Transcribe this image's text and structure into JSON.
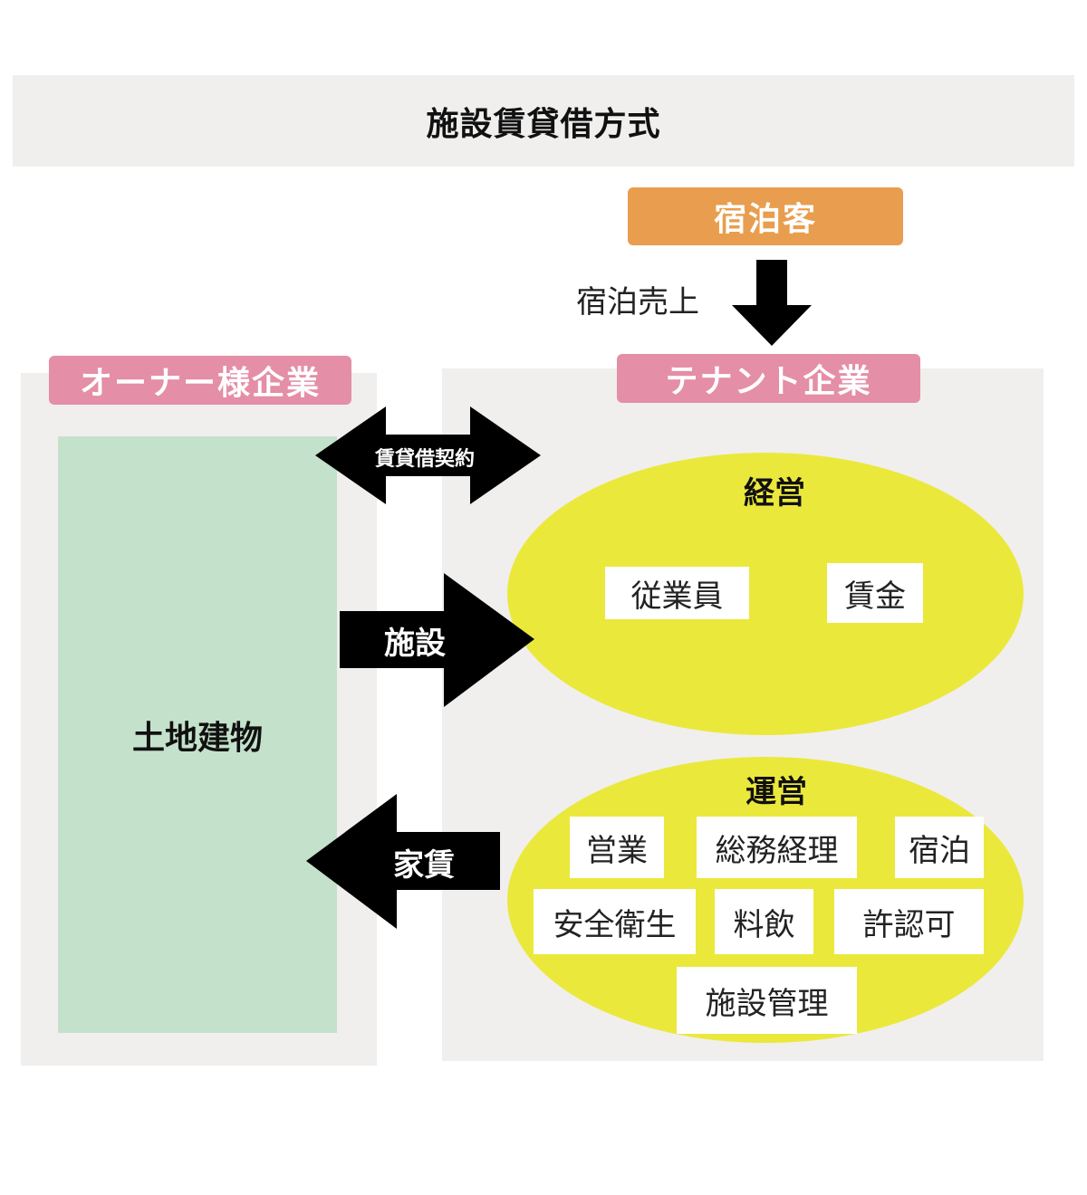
{
  "title": "施設賃貸借方式",
  "guest": "宿泊客",
  "sales": "宿泊売上",
  "owner": {
    "label": "オーナー様企業",
    "asset": "土地建物"
  },
  "tenant": {
    "label": "テナント企業"
  },
  "arrows": {
    "contract": "賃貸借契約",
    "facility": "施設",
    "rent": "家賃"
  },
  "management": {
    "title": "経営",
    "items": [
      "従業員",
      "賃金"
    ]
  },
  "operations": {
    "title": "運営",
    "items": [
      "営業",
      "総務経理",
      "宿泊",
      "安全衛生",
      "料飲",
      "許認可",
      "施設管理"
    ]
  },
  "colors": {
    "panel": "#f0efee",
    "pink": "#e48ea8",
    "orange": "#e89e4e",
    "green": "#c4e2cb",
    "yellow": "#ebe83c",
    "arrow": "#000000"
  }
}
